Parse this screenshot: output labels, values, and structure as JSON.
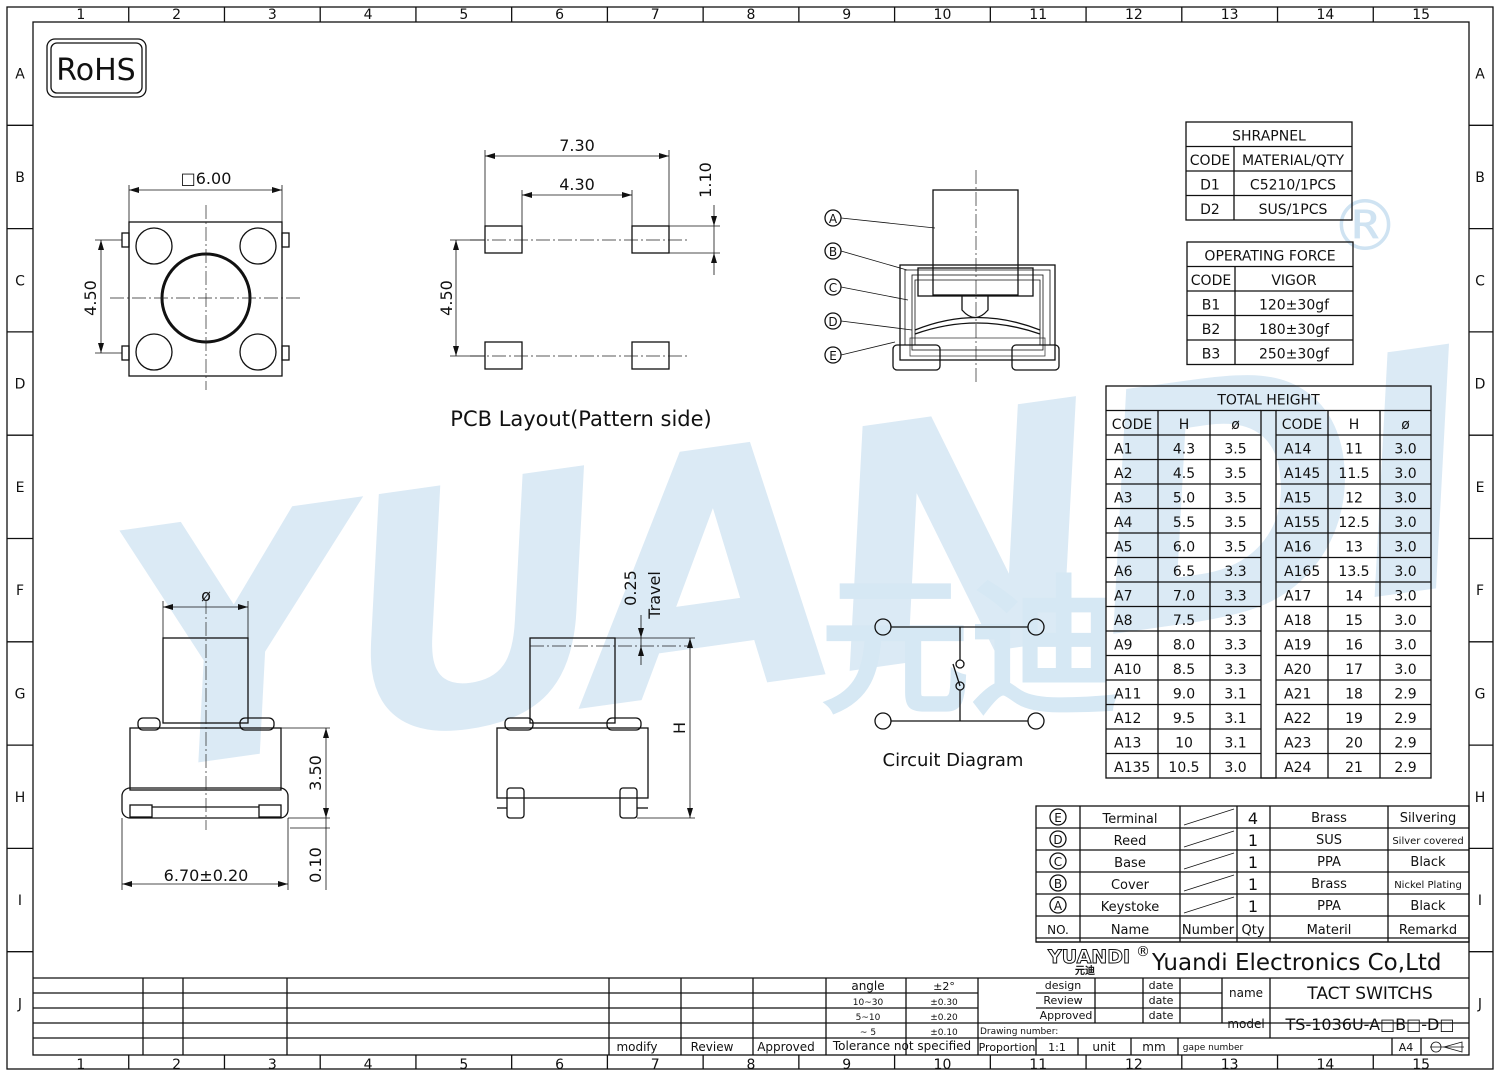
{
  "rohs": "RoHS",
  "grid": {
    "cols": [
      "1",
      "2",
      "3",
      "4",
      "5",
      "6",
      "7",
      "8",
      "9",
      "10",
      "11",
      "12",
      "13",
      "14",
      "15"
    ],
    "rows": [
      "A",
      "B",
      "C",
      "D",
      "E",
      "F",
      "G",
      "H",
      "I",
      "J"
    ]
  },
  "watermark": {
    "text": "YUANDI",
    "reg": "®",
    "cn": "元迪"
  },
  "top_view": {
    "square_dim": "□6.00",
    "height_dim": "4.50"
  },
  "pcb": {
    "outer_dim": "7.30",
    "inner_dim": "4.30",
    "pad_dim": "1.10",
    "vert_dim": "4.50",
    "caption": "PCB Layout(Pattern side)"
  },
  "section": {
    "labels": [
      "A",
      "B",
      "C",
      "D",
      "E"
    ]
  },
  "shrapnel": {
    "title": "SHRAPNEL",
    "headers": [
      "CODE",
      "MATERIAL/QTY"
    ],
    "rows": [
      [
        "D1",
        "C5210/1PCS"
      ],
      [
        "D2",
        "SUS/1PCS"
      ]
    ]
  },
  "force": {
    "title": "OPERATING FORCE",
    "headers": [
      "CODE",
      "VIGOR"
    ],
    "rows": [
      [
        "B1",
        "120±30gf"
      ],
      [
        "B2",
        "180±30gf"
      ],
      [
        "B3",
        "250±30gf"
      ]
    ]
  },
  "height": {
    "title": "TOTAL HEIGHT",
    "headers": [
      "CODE",
      "H",
      "ø"
    ],
    "left": [
      [
        "A1",
        "4.3",
        "3.5"
      ],
      [
        "A2",
        "4.5",
        "3.5"
      ],
      [
        "A3",
        "5.0",
        "3.5"
      ],
      [
        "A4",
        "5.5",
        "3.5"
      ],
      [
        "A5",
        "6.0",
        "3.5"
      ],
      [
        "A6",
        "6.5",
        "3.3"
      ],
      [
        "A7",
        "7.0",
        "3.3"
      ],
      [
        "A8",
        "7.5",
        "3.3"
      ],
      [
        "A9",
        "8.0",
        "3.3"
      ],
      [
        "A10",
        "8.5",
        "3.3"
      ],
      [
        "A11",
        "9.0",
        "3.1"
      ],
      [
        "A12",
        "9.5",
        "3.1"
      ],
      [
        "A13",
        "10",
        "3.1"
      ],
      [
        "A135",
        "10.5",
        "3.0"
      ]
    ],
    "right": [
      [
        "A14",
        "11",
        "3.0"
      ],
      [
        "A145",
        "11.5",
        "3.0"
      ],
      [
        "A15",
        "12",
        "3.0"
      ],
      [
        "A155",
        "12.5",
        "3.0"
      ],
      [
        "A16",
        "13",
        "3.0"
      ],
      [
        "A165",
        "13.5",
        "3.0"
      ],
      [
        "A17",
        "14",
        "3.0"
      ],
      [
        "A18",
        "15",
        "3.0"
      ],
      [
        "A19",
        "16",
        "3.0"
      ],
      [
        "A20",
        "17",
        "3.0"
      ],
      [
        "A21",
        "18",
        "2.9"
      ],
      [
        "A22",
        "19",
        "2.9"
      ],
      [
        "A23",
        "20",
        "2.9"
      ],
      [
        "A24",
        "21",
        "2.9"
      ]
    ]
  },
  "side_view": {
    "phi": "ø",
    "h350": "3.50",
    "h010": "0.10",
    "width": "6.70±0.20"
  },
  "side_view2": {
    "travel_val": "0.25",
    "travel": "Travel",
    "h": "H"
  },
  "circuit": {
    "caption": "Circuit Diagram"
  },
  "bom": {
    "rows": [
      {
        "no": "E",
        "name": "Terminal",
        "qty": "4",
        "mat": "Brass",
        "remark": "Silvering"
      },
      {
        "no": "D",
        "name": "Reed",
        "qty": "1",
        "mat": "SUS",
        "remark": "Silver covered"
      },
      {
        "no": "C",
        "name": "Base",
        "qty": "1",
        "mat": "PPA",
        "remark": "Black"
      },
      {
        "no": "B",
        "name": "Cover",
        "qty": "1",
        "mat": "Brass",
        "remark": "Nickel Plating"
      },
      {
        "no": "A",
        "name": "Keystoke",
        "qty": "1",
        "mat": "PPA",
        "remark": "Black"
      }
    ],
    "header": {
      "no": "NO.",
      "name": "Name",
      "number": "Number",
      "qty": "Qty",
      "mat": "Materil",
      "remark": "Remarkd"
    }
  },
  "company": {
    "logo": "YUANDI",
    "reg": "®",
    "cn": "元迪",
    "name": "Yuandi Electronics Co,Ltd"
  },
  "titleblock": {
    "design": "design",
    "review": "Review",
    "approved": "Approved",
    "date": "date",
    "name_label": "name",
    "name_val": "TACT  SWITCHS",
    "model_label": "model",
    "model_val": "TS-1036U-A□B□-D□",
    "drawing_number": "Drawing number:",
    "proportion": "Proportion",
    "scale": "1:1",
    "unit": "unit",
    "mm": "mm",
    "gape_number": "gape number",
    "a4": "A4",
    "tol": [
      [
        "angle",
        "±2°"
      ],
      [
        "10~30",
        "±0.30"
      ],
      [
        "5~10",
        "±0.20"
      ],
      [
        "~ 5",
        "±0.10"
      ]
    ],
    "tol_footer": "Tolerance  not  specified",
    "modify": "modify",
    "review2": "Review",
    "approved2": "Approved"
  }
}
